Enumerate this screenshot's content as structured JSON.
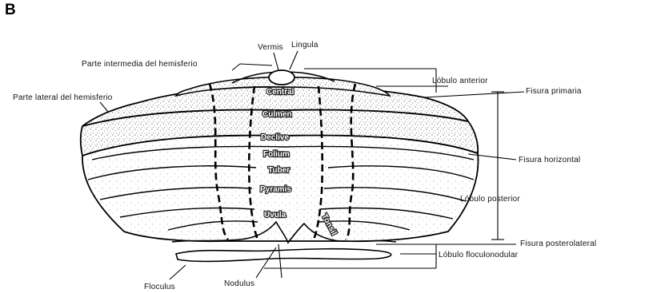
{
  "panel_letter": "B",
  "labels": {
    "vermis": "Vermis",
    "lingula": "Lingula",
    "parte_intermedia": "Parte intermedia del hemisferio",
    "parte_lateral": "Parte lateral del hemisferio",
    "lobulo_anterior": "Lóbulo anterior",
    "fisura_primaria": "Fisura primaria",
    "fisura_horizontal": "Fisura horizontal",
    "lobulo_posterior": "Lóbulo posterior",
    "fisura_posterolateral": "Fisura posterolateral",
    "lobulo_floculonodular": "Lóbulo floculonodular",
    "floculus": "Floculus",
    "nodulus": "Nodulus"
  },
  "vermis_parts": {
    "central": "Central",
    "culmen": "Culmen",
    "declive": "Declive",
    "folium": "Folium",
    "tuber": "Tuber",
    "pyramis": "Pyramis",
    "uvula": "Uvula",
    "tonsil": "Tonsil"
  }
}
